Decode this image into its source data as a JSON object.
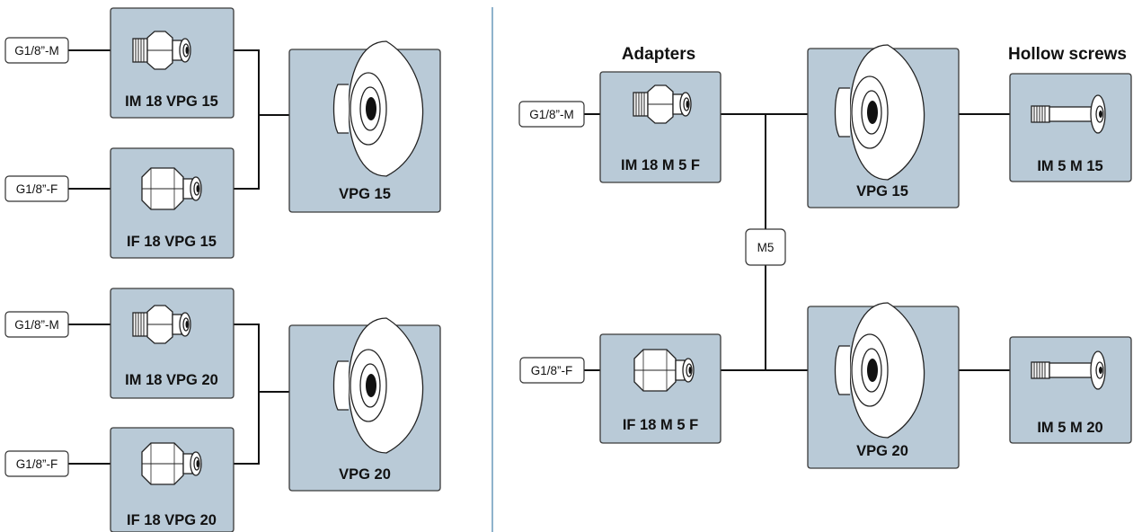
{
  "left": {
    "group_a": {
      "tag_top": "G1/8”-M",
      "tag_bottom": "G1/8”-F",
      "adapter_top": "IM 18 VPG 15",
      "adapter_bottom": "IF 18 VPG 15",
      "cup": "VPG 15"
    },
    "group_b": {
      "tag_top": "G1/8”-M",
      "tag_bottom": "G1/8”-F",
      "adapter_top": "IM 18 VPG 20",
      "adapter_bottom": "IF 18 VPG 20",
      "cup": "VPG 20"
    }
  },
  "right": {
    "heading_adapters": "Adapters",
    "heading_screws": "Hollow screws",
    "tag_top": "G1/8”-M",
    "tag_bottom": "G1/8”-F",
    "tag_mid": "M5",
    "adapter_top": "IM 18 M 5 F",
    "adapter_bottom": "IF 18 M 5 F",
    "cup_top": "VPG 15",
    "cup_bottom": "VPG 20",
    "screw_top": "IM 5 M 15",
    "screw_bottom": "IM 5 M 20"
  },
  "colors": {
    "box": "#b9cad7",
    "divider": "#8fb3cc"
  }
}
